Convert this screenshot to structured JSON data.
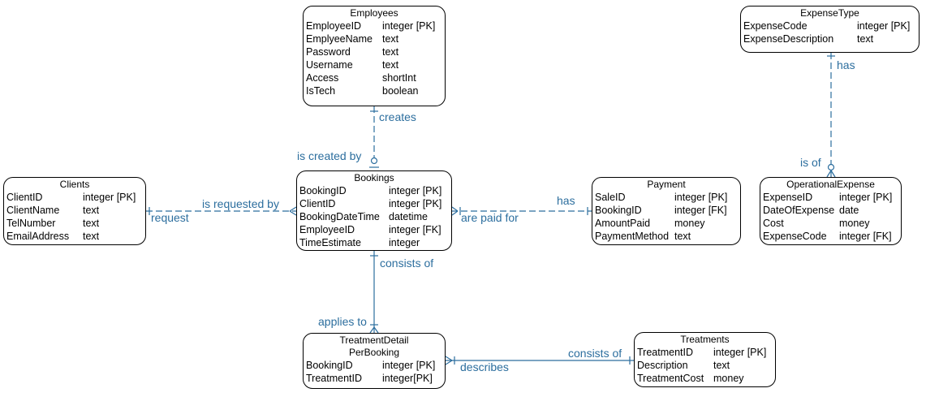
{
  "colors": {
    "connector": "#2c6e9e",
    "border": "#000000",
    "text": "#000000"
  },
  "entities": [
    {
      "id": "employees",
      "title": "Employees",
      "fields": [
        [
          "EmployeeID",
          "integer [PK]"
        ],
        [
          "EmplyeeName",
          "text"
        ],
        [
          "Password",
          "text"
        ],
        [
          "Username",
          "text"
        ],
        [
          "Access",
          "shortInt"
        ],
        [
          "IsTech",
          "boolean"
        ]
      ]
    },
    {
      "id": "expensetype",
      "title": "ExpenseType",
      "fields": [
        [
          "ExpenseCode",
          "integer [PK]"
        ],
        [
          "ExpenseDescription",
          "text"
        ]
      ]
    },
    {
      "id": "clients",
      "title": "Clients",
      "fields": [
        [
          "ClientID",
          "integer [PK]"
        ],
        [
          "ClientName",
          "text"
        ],
        [
          "TelNumber",
          "text"
        ],
        [
          "EmailAddress",
          "text"
        ]
      ]
    },
    {
      "id": "bookings",
      "title": "Bookings",
      "fields": [
        [
          "BookingID",
          "integer [PK]"
        ],
        [
          "ClientID",
          "integer [PK]"
        ],
        [
          "BookingDateTime",
          "datetime"
        ],
        [
          "EmployeeID",
          "integer [FK]"
        ],
        [
          "TimeEstimate",
          "integer"
        ]
      ]
    },
    {
      "id": "payment",
      "title": "Payment",
      "fields": [
        [
          "SaleID",
          "integer [PK]"
        ],
        [
          "BookingID",
          "integer [FK]"
        ],
        [
          "AmountPaid",
          "money"
        ],
        [
          "PaymentMethod",
          "text"
        ]
      ]
    },
    {
      "id": "operationalexpense",
      "title": "OperationalExpense",
      "fields": [
        [
          "ExpenseID",
          "integer [PK]"
        ],
        [
          "DateOfExpense",
          "date"
        ],
        [
          "Cost",
          "money"
        ],
        [
          "ExpenseCode",
          "integer [FK]"
        ]
      ]
    },
    {
      "id": "treatmentdetail",
      "title": "TreatmentDetail\nPerBooking",
      "fields": [
        [
          "BookingID",
          "integer [PK]"
        ],
        [
          "TreatmentID",
          "integer[PK]"
        ]
      ]
    },
    {
      "id": "treatments",
      "title": "Treatments",
      "fields": [
        [
          "TreatmentID",
          "integer [PK]"
        ],
        [
          "Description",
          "text"
        ],
        [
          "TreatmentCost",
          "money"
        ]
      ]
    }
  ],
  "relationships": [
    {
      "id": "employees-bookings",
      "from_label": "creates",
      "to_label": "is created by"
    },
    {
      "id": "expensetype-operationalexpense",
      "from_label": "has",
      "to_label": "is of"
    },
    {
      "id": "clients-bookings",
      "from_label": "request",
      "to_label": "is requested by"
    },
    {
      "id": "bookings-payment",
      "from_label": "are paid for",
      "to_label": "has"
    },
    {
      "id": "bookings-treatmentdetail",
      "from_label": "consists of",
      "to_label": "applies to"
    },
    {
      "id": "treatmentdetail-treatments",
      "from_label": "describes",
      "to_label": "consists of"
    }
  ]
}
